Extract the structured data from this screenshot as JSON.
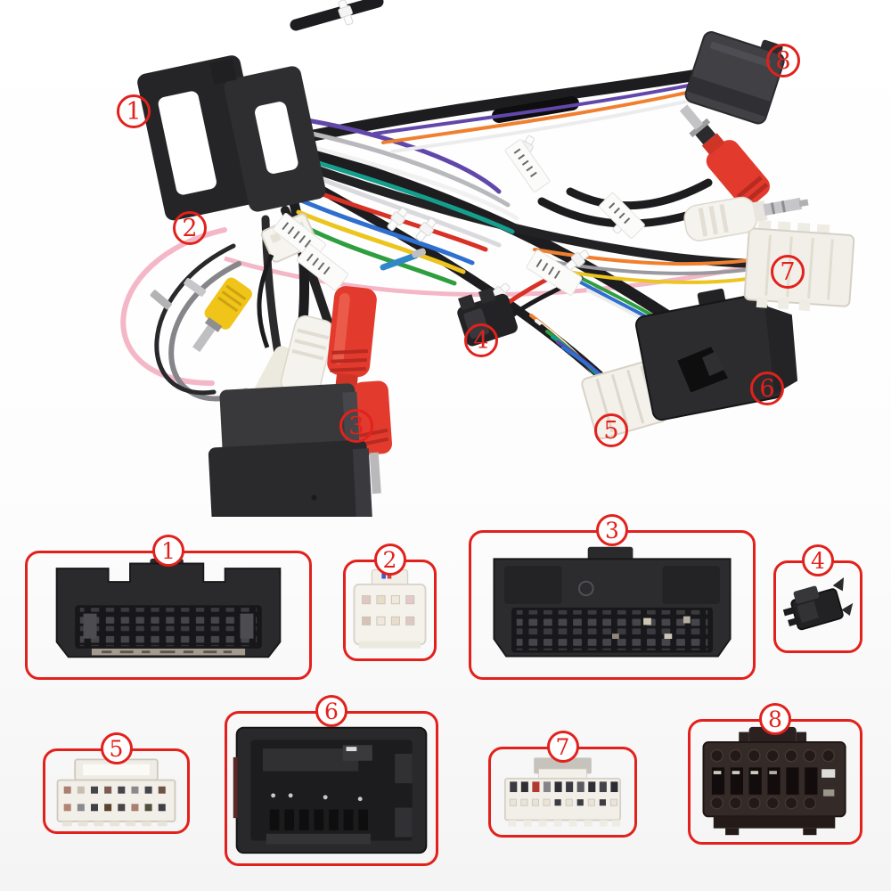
{
  "colors": {
    "accent": "#e2211c",
    "photo_background": "#ffffff",
    "connector_black": "#2b2b2d",
    "connector_white": "#f3f0ea",
    "connector_brown": "#342a27"
  },
  "photo": {
    "callouts": [
      {
        "number": "1"
      },
      {
        "number": "2"
      },
      {
        "number": "3"
      },
      {
        "number": "4"
      },
      {
        "number": "5"
      },
      {
        "number": "6"
      },
      {
        "number": "7"
      },
      {
        "number": "8"
      }
    ],
    "wire_colors": [
      "#6247aa",
      "#b9b9bd",
      "#f1f1f1",
      "#159e8c",
      "#d9d9de",
      "#d93125",
      "#2f6fd0",
      "#ecc51e",
      "#2e9e3e"
    ],
    "rca": {
      "red": "#e23b2e",
      "white": "#f5f3ee",
      "yellow": "#f0c418"
    }
  },
  "grid": {
    "items": [
      {
        "number": "1",
        "connector": "black-26pin-head-unit-plug"
      },
      {
        "number": "2",
        "connector": "white-8pin-plug"
      },
      {
        "number": "3",
        "connector": "black-26pin-vehicle-plug"
      },
      {
        "number": "4",
        "connector": "black-2pin-sm-plug"
      },
      {
        "number": "5",
        "connector": "white-16pin-plug"
      },
      {
        "number": "6",
        "connector": "black-quadlock-plug"
      },
      {
        "number": "7",
        "connector": "white-20pin-plug"
      },
      {
        "number": "8",
        "connector": "brown-16pin-power-plug"
      }
    ]
  }
}
